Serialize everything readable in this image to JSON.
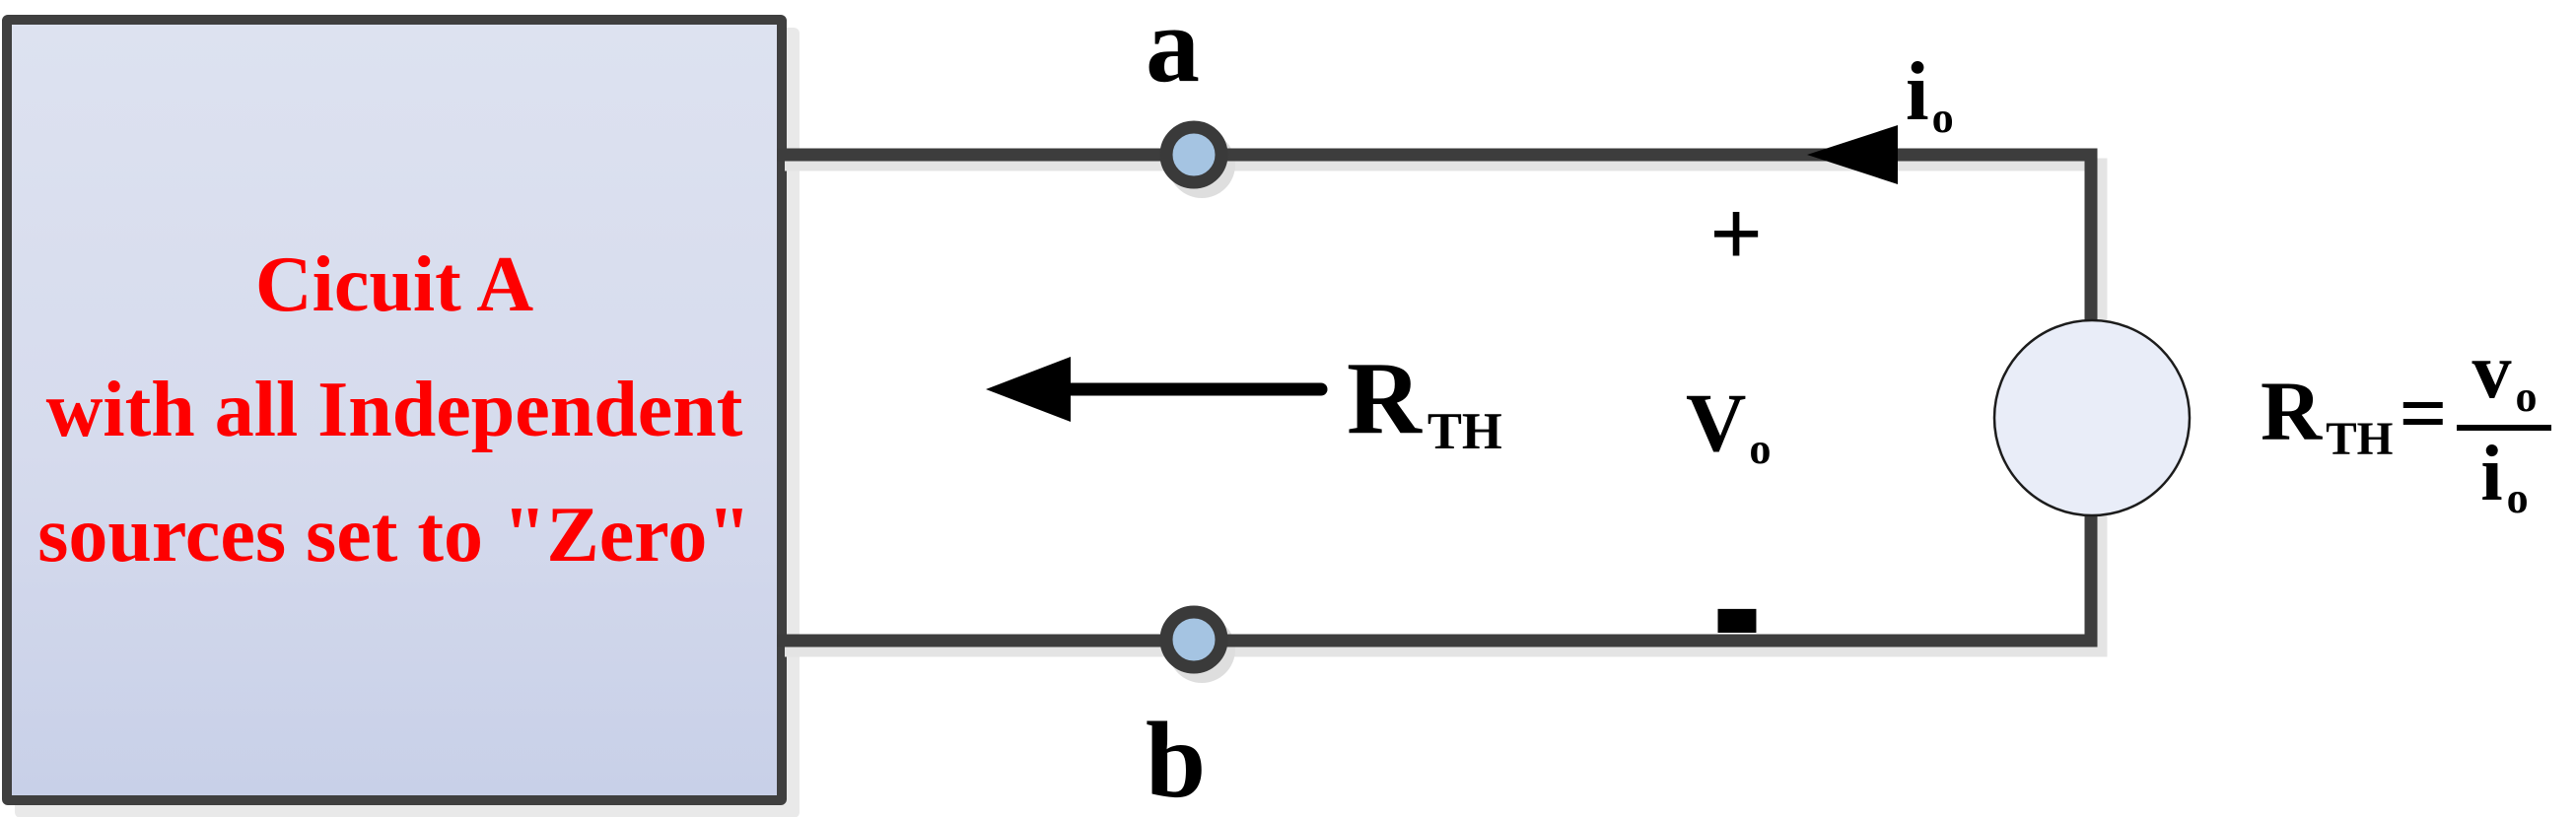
{
  "diagram": {
    "circuit_box": {
      "lines": [
        "Cicuit A",
        "with all Independent",
        "sources set to \"Zero\""
      ],
      "text_color": "#fe0000"
    },
    "terminal_a": "a",
    "terminal_b": "b",
    "current_label": {
      "base": "i",
      "sub": "o"
    },
    "voltage_label": {
      "base": "V",
      "sub": "o"
    },
    "polarity_plus": "+",
    "polarity_minus": "-",
    "rth_label": {
      "base": "R",
      "sub": "TH"
    },
    "formula": {
      "lhs": {
        "base": "R",
        "sub": "TH"
      },
      "equals": "=",
      "numerator": {
        "base": "v",
        "sub": "o"
      },
      "denominator": {
        "base": "i",
        "sub": "o"
      }
    },
    "colors": {
      "wire": "#3d3d3d",
      "wire_shadow": "#e4e4e4",
      "node_shadow": "#dedede",
      "box_border": "#3f3f3f",
      "box_fill_top": "#dde2f0",
      "box_fill_bottom": "#c8d0e8",
      "node_fill": "#a5c4e2",
      "node_ring": "#3a3a3a",
      "source_fill": "#e9edf8",
      "source_stroke": "#1c1c1c",
      "ink": "#000000",
      "red_text": "#fe0000"
    }
  }
}
